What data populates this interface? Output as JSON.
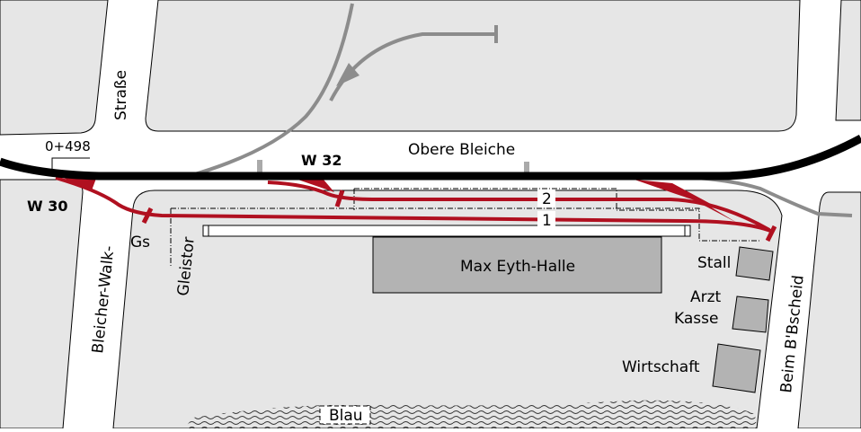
{
  "map": {
    "colors": {
      "block": "#e6e6e6",
      "building": "#b3b3b3",
      "rail_main": "#000000",
      "rail_track": "#b01020",
      "rail_old": "#8c8c8c"
    },
    "streets": {
      "north_street": "Straße",
      "main_street": "Obere Bleiche",
      "west_street": "Bleicher-Walk-",
      "east_street": "Beim B'Bscheid"
    },
    "kilometer_mark": "0+498",
    "switches": {
      "west": "W 30",
      "middle": "W 32"
    },
    "tracks": {
      "upper": "2",
      "lower": "1"
    },
    "signals": {
      "gs": "Gs",
      "gate": "Gleistor"
    },
    "buildings": {
      "hall": "Max Eyth-Halle",
      "stable": "Stall",
      "doctor_line1": "Arzt",
      "doctor_line2": "Kasse",
      "restaurant": "Wirtschaft"
    },
    "river": "Blau"
  }
}
